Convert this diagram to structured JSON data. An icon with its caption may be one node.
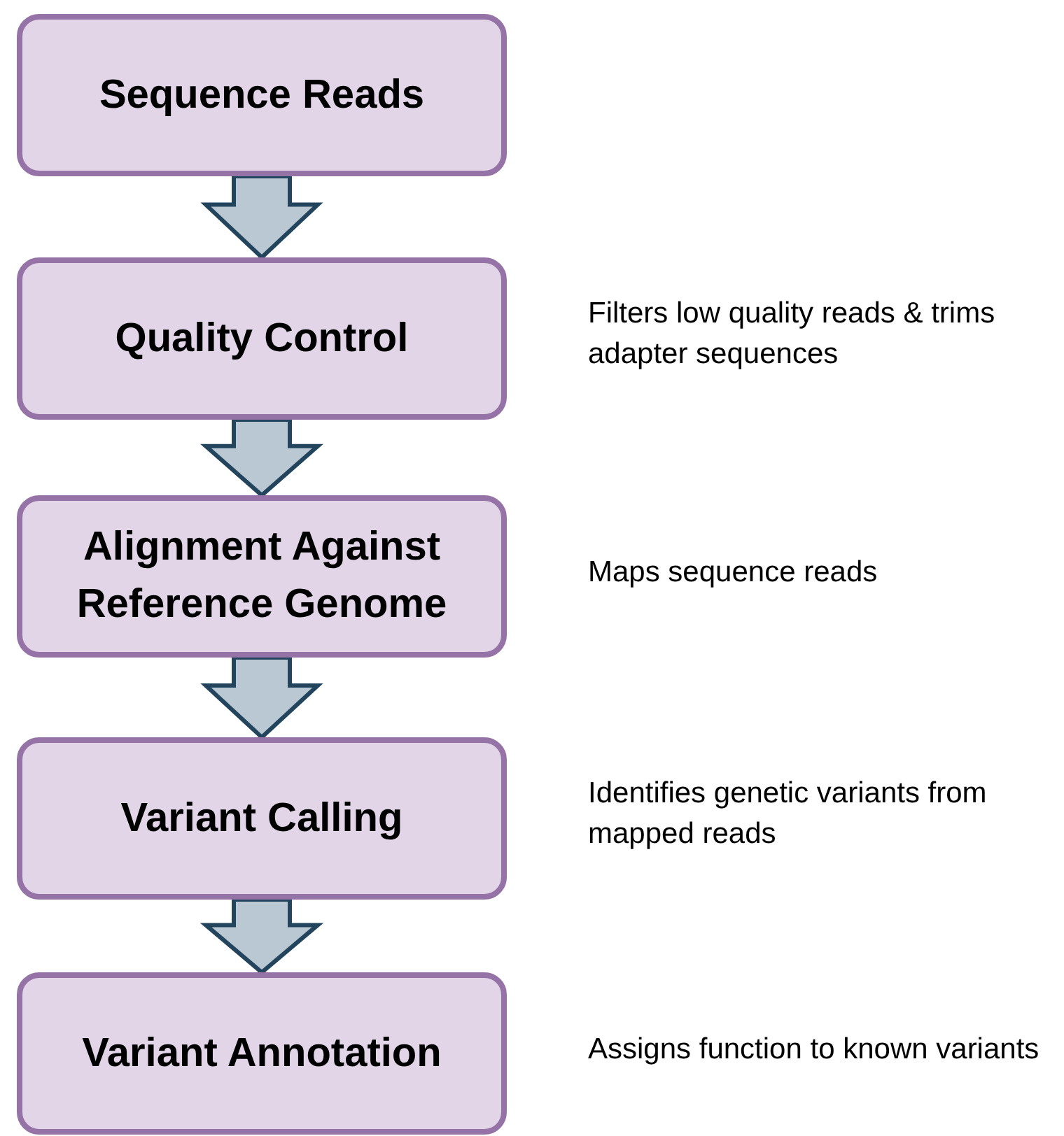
{
  "diagram": {
    "nodes": [
      {
        "text": [
          "Sequence Reads"
        ]
      },
      {
        "text": [
          "Quality Control"
        ],
        "beside": [
          "Filters low quality reads & trims adapter sequences"
        ]
      },
      {
        "text": [
          "Alignment Against Reference Genome"
        ],
        "beside": [
          "Maps sequence reads"
        ]
      },
      {
        "text": [
          "Variant Calling"
        ],
        "beside": [
          "Identifies genetic variants from mapped reads"
        ]
      },
      {
        "text": [
          "Variant Annotation"
        ],
        "beside": [
          "Assigns function to known variants"
        ]
      }
    ],
    "edges": [
      {
        "from": 0,
        "to": 1,
        "arrow": "to"
      },
      {
        "from": 1,
        "to": 2,
        "arrow": "to"
      },
      {
        "from": 2,
        "to": 3,
        "arrow": "to"
      },
      {
        "from": 3,
        "to": 4,
        "arrow": "to"
      }
    ]
  }
}
